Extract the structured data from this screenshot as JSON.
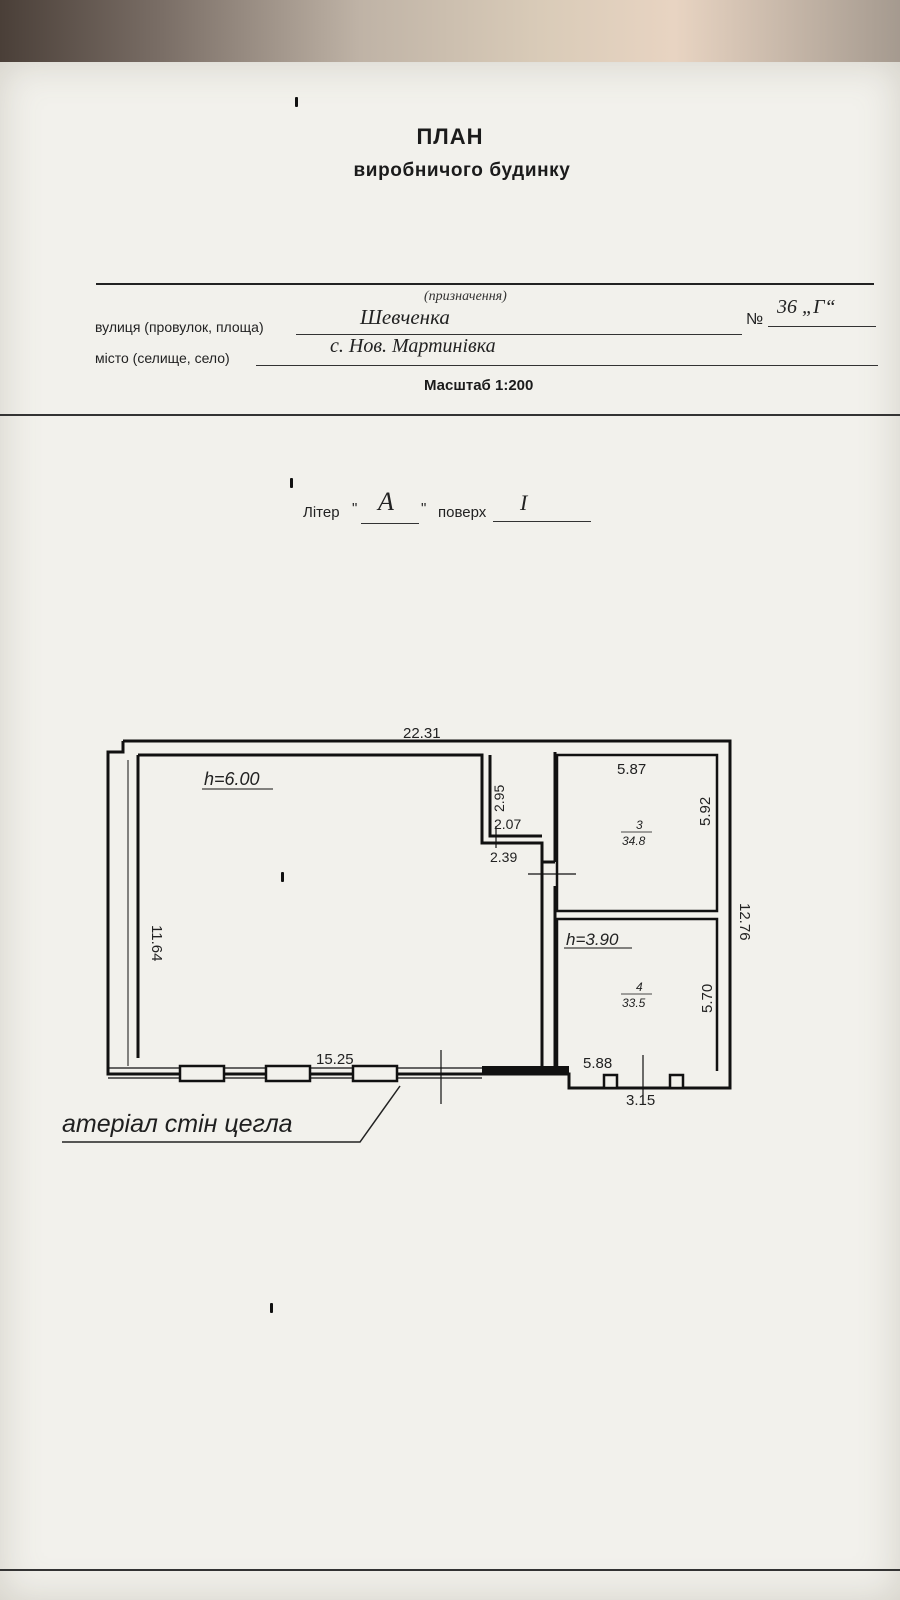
{
  "document": {
    "title": "ПЛАН",
    "subtitle": "виробничого будинку",
    "purpose_caption": "(призначення)",
    "street_label": "вулиця (провулок, площа)",
    "street_value": "Шевченка",
    "number_label": "№",
    "number_value": "36 „Г“",
    "city_label": "місто (селище, село)",
    "city_value": "с. Нов. Мартинівка",
    "scale_label": "Масштаб 1:200",
    "liter_label": "Літер",
    "liter_value": "А",
    "floor_label": "поверх",
    "floor_value": "I",
    "material_label": "атеріал стін  цегла"
  },
  "plan": {
    "overall_width": "22.31",
    "overall_depth_right": "12.76",
    "main_hall_height": "h=6.00",
    "main_hall_depth": "11.64",
    "main_hall_front": "15.25",
    "nook_depth": "2.95",
    "nook_width": "2.07",
    "nook_outer": "2.39",
    "room3_width": "5.87",
    "room3_depth": "5.92",
    "room3_number": "3",
    "room3_area": "34.8",
    "room4_height": "h=3.90",
    "room4_depth": "5.70",
    "room4_number": "4",
    "room4_area": "33.5",
    "room4_front": "5.88",
    "front_offset": "3.15"
  }
}
